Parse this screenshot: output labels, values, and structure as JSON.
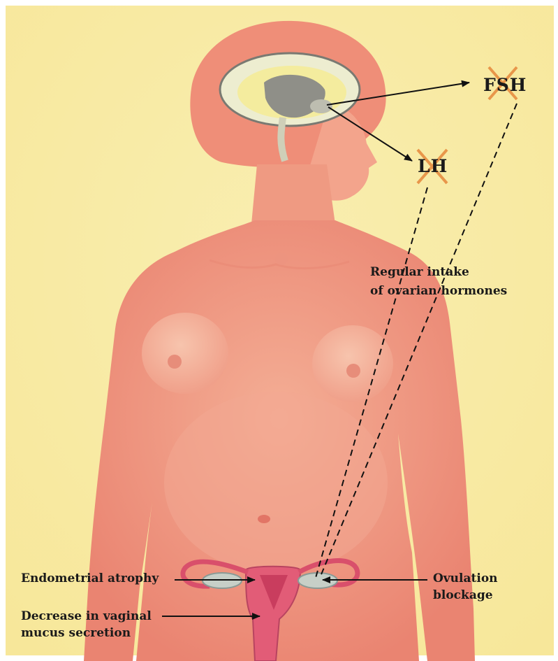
{
  "diagram": {
    "hormones": {
      "fsh": "FSH",
      "lh": "LH"
    },
    "labels": {
      "intake_line1": "Regular intake",
      "intake_line2": "of ovarian hormones",
      "endometrial": "Endometrial atrophy",
      "ovulation_line1": "Ovulation",
      "ovulation_line2": "blockage",
      "mucus_line1": "Decrease in vaginal",
      "mucus_line2": "mucus secretion"
    },
    "colors": {
      "background": "#fbf2b0",
      "skin": "#f19a82",
      "skin_shadow": "#e27566",
      "cross": "#e8964a",
      "uterus": "#e25c77"
    }
  }
}
